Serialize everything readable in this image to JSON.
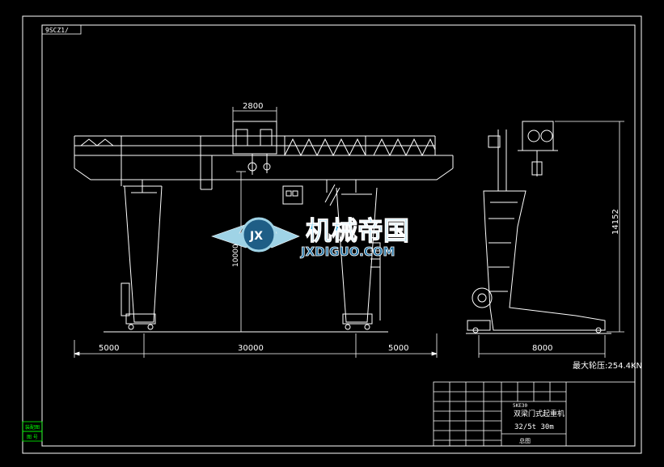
{
  "drawing": {
    "corner_tag": "9SCZ1/",
    "load_note": "最大轮压:254.4KN",
    "watermark": {
      "cn": "机械帝国",
      "en": "JXDIGUO.COM",
      "badge": "JX"
    },
    "dimensions": {
      "trolley_width": "2800",
      "left_cantilever": "5000",
      "span": "30000",
      "right_cantilever": "5000",
      "side_base": "8000",
      "total_height": "14152",
      "lift_height": "10000"
    },
    "title_block": {
      "machine_name": "双梁门式起重机",
      "capacity": "32/5t 30m",
      "small_label": "总图",
      "code": "5KE30"
    },
    "side_labels": [
      "装配图",
      "图 号"
    ],
    "colors": {
      "background": "#000000",
      "line": "#ffffff",
      "accent": "#00ff00"
    }
  }
}
